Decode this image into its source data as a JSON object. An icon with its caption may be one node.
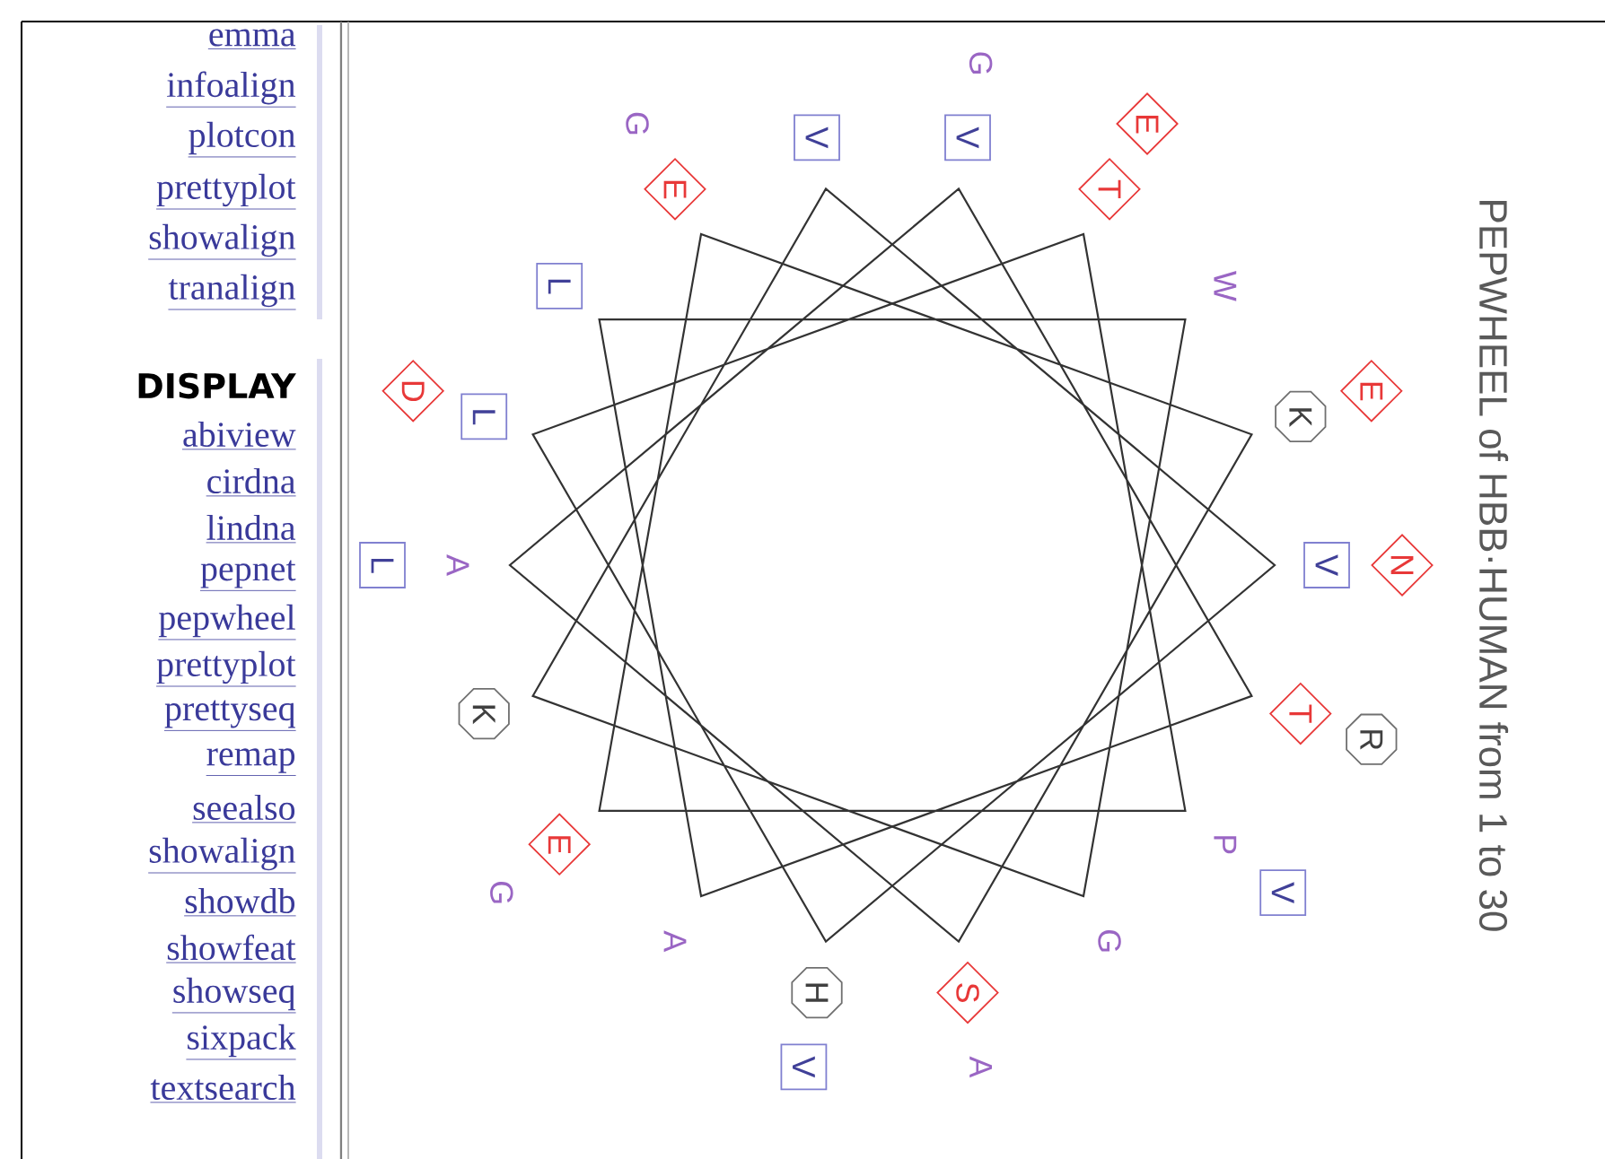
{
  "diagram": {
    "title": "PEPWHEEL of HBB·HUMAN from 1 to 30",
    "nodes": [
      {
        "text": [
          "V"
        ]
      },
      {
        "text": [
          "H"
        ]
      },
      {
        "text": [
          "L"
        ]
      },
      {
        "text": [
          "T"
        ]
      },
      {
        "text": [
          "E"
        ]
      },
      {
        "text": [
          "E"
        ]
      },
      {
        "text": [
          "K"
        ]
      },
      {
        "text": [
          "S"
        ]
      },
      {
        "text": [
          "V"
        ]
      },
      {
        "text": [
          "T"
        ]
      },
      {
        "text": [
          "L"
        ]
      },
      {
        "text": [
          "K"
        ]
      },
      {
        "text": [
          "V"
        ]
      },
      {
        "text": [
          "N"
        ]
      },
      {
        "text": [
          "V"
        ]
      },
      {
        "text": [
          "D"
        ]
      },
      {
        "text": [
          "E"
        ]
      },
      {
        "text": [
          "V"
        ]
      },
      {
        "text": [
          "E"
        ]
      },
      {
        "text": [
          "L"
        ]
      },
      {
        "text": [
          "R"
        ]
      }
    ],
    "labels": [
      "emma",
      "infoalign",
      "plotcon",
      "prettyplot",
      "showalign",
      "tranalign",
      "DISPLAY",
      "abiview",
      "cirdna",
      "lindna",
      "pepnet",
      "pepwheel",
      "prettyplot",
      "prettyseq",
      "remap",
      "seealso",
      "showalign",
      "showdb",
      "showfeat",
      "showseq",
      "sixpack",
      "textsearch",
      "P",
      "A",
      "A",
      "W",
      "G",
      "G",
      "G",
      "A",
      "G"
    ]
  }
}
